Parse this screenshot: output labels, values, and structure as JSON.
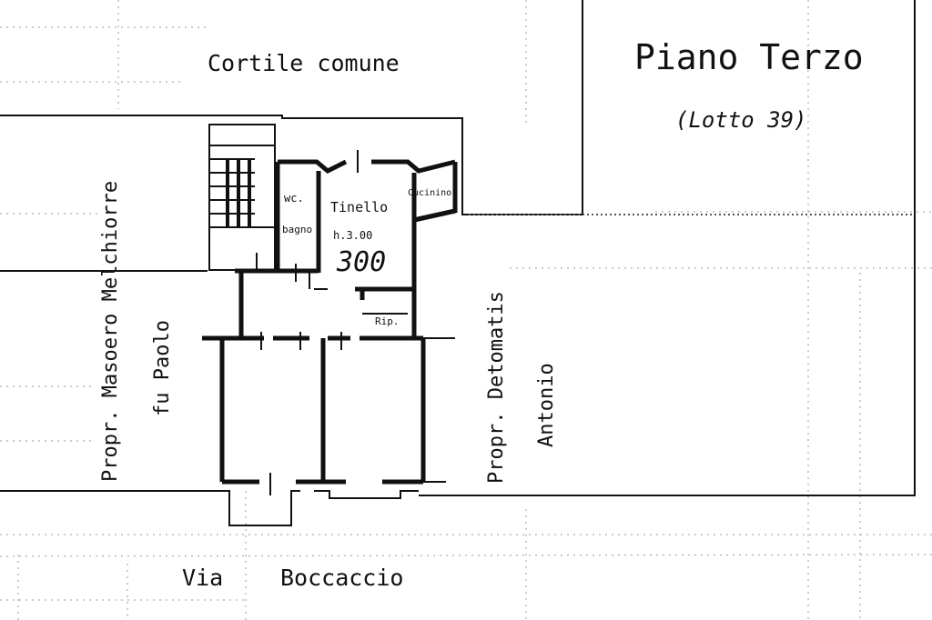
{
  "title": "Piano Terzo",
  "subtitle": "(Lotto 39)",
  "labels": {
    "courtyard": "Cortile comune",
    "street_via": "Via",
    "street_name": "Boccaccio",
    "owner_left_line1": "Propr. Masoero Melchiorre",
    "owner_left_line2": "fu Paolo",
    "owner_right_line1": "Propr. Detomatis",
    "owner_right_line2": "Antonio",
    "wc": "wc.",
    "bagno": "bagno",
    "tinello": "Tinello",
    "height_note": "h.3.00",
    "height_hand": "300",
    "cucinino": "Cucinino",
    "rip": "Rip."
  }
}
